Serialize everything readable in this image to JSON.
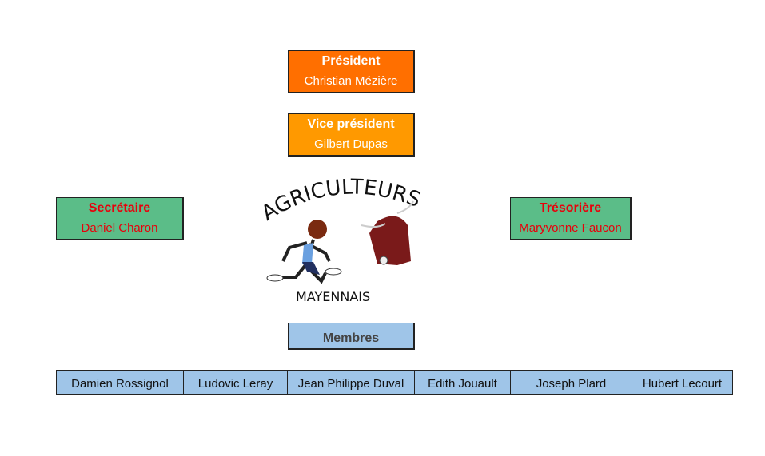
{
  "president": {
    "title": "Président",
    "name": "Christian Mézière"
  },
  "vice_president": {
    "title": "Vice président",
    "name": "Gilbert Dupas"
  },
  "secretary": {
    "title": "Secrétaire",
    "name": "Daniel Charon"
  },
  "treasurer": {
    "title": "Trésorière",
    "name": "Maryvonne Faucon"
  },
  "members": {
    "title": "Membres",
    "list": [
      "Damien Rossignol",
      "Ludovic Leray",
      "Jean Philippe Duval",
      "Edith Jouault",
      "Joseph Plard",
      "Hubert Lecourt"
    ]
  },
  "logo": {
    "top_text": "AGRICULTEURS",
    "bottom_text": "MAYENNAIS"
  },
  "colors": {
    "president": "#ff6f00",
    "vice_president": "#ff9900",
    "officers": "#5bbd88",
    "members": "#9fc5e8",
    "officer_text": "#e8000b"
  }
}
